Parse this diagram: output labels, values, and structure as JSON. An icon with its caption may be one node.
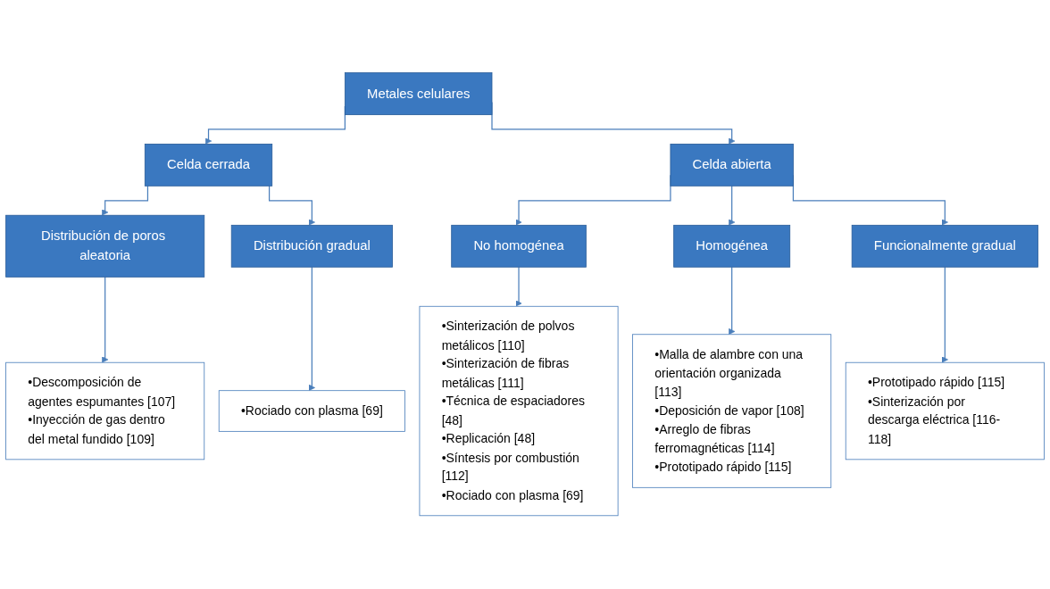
{
  "diagram": {
    "nodes": [
      {
        "text": [
          "Metales celulares"
        ]
      },
      {
        "text": [
          "Celda cerrada"
        ]
      },
      {
        "text": [
          "Celda abierta"
        ]
      },
      {
        "text": [
          "Distribución de poros aleatoria"
        ]
      },
      {
        "text": [
          "Distribución gradual"
        ]
      },
      {
        "text": [
          "No homogénea"
        ]
      },
      {
        "text": [
          "Homogénea"
        ]
      },
      {
        "text": [
          "Funcionalmente gradual"
        ]
      },
      {
        "text": [
          "•Descomposición de agentes espumantes [107]",
          "•Inyección de gas dentro del metal fundido [109]"
        ]
      },
      {
        "text": [
          "•Rociado con plasma [69]"
        ]
      },
      {
        "text": [
          "•Sinterización de polvos metálicos [110]",
          "•Sinterización de fibras metálicas [111]",
          "•Técnica de espaciadores [48]",
          "•Replicación [48]",
          "•Síntesis por combustión [112]",
          "•Rociado con plasma [69]"
        ]
      },
      {
        "text": [
          "•Malla de alambre con una orientación organizada [113]",
          "•Deposición de vapor [108]",
          "•Arreglo de fibras ferromagnéticas [114]",
          "•Prototipado rápido [115]"
        ]
      },
      {
        "text": [
          "•Prototipado rápido [115]",
          "•Sinterización por descarga eléctrica [116-118]"
        ]
      }
    ],
    "edges": [
      {
        "from": 0,
        "to": 1,
        "arrow": "to"
      },
      {
        "from": 0,
        "to": 2,
        "arrow": "to"
      },
      {
        "from": 1,
        "to": 3,
        "arrow": "to"
      },
      {
        "from": 1,
        "to": 4,
        "arrow": "to"
      },
      {
        "from": 2,
        "to": 5,
        "arrow": "to"
      },
      {
        "from": 2,
        "to": 6,
        "arrow": "to"
      },
      {
        "from": 2,
        "to": 7,
        "arrow": "to"
      },
      {
        "from": 3,
        "to": 8,
        "arrow": "to"
      },
      {
        "from": 4,
        "to": 9,
        "arrow": "to"
      },
      {
        "from": 5,
        "to": 10,
        "arrow": "to"
      },
      {
        "from": 6,
        "to": 11,
        "arrow": "to"
      },
      {
        "from": 7,
        "to": 12,
        "arrow": "to"
      }
    ]
  }
}
